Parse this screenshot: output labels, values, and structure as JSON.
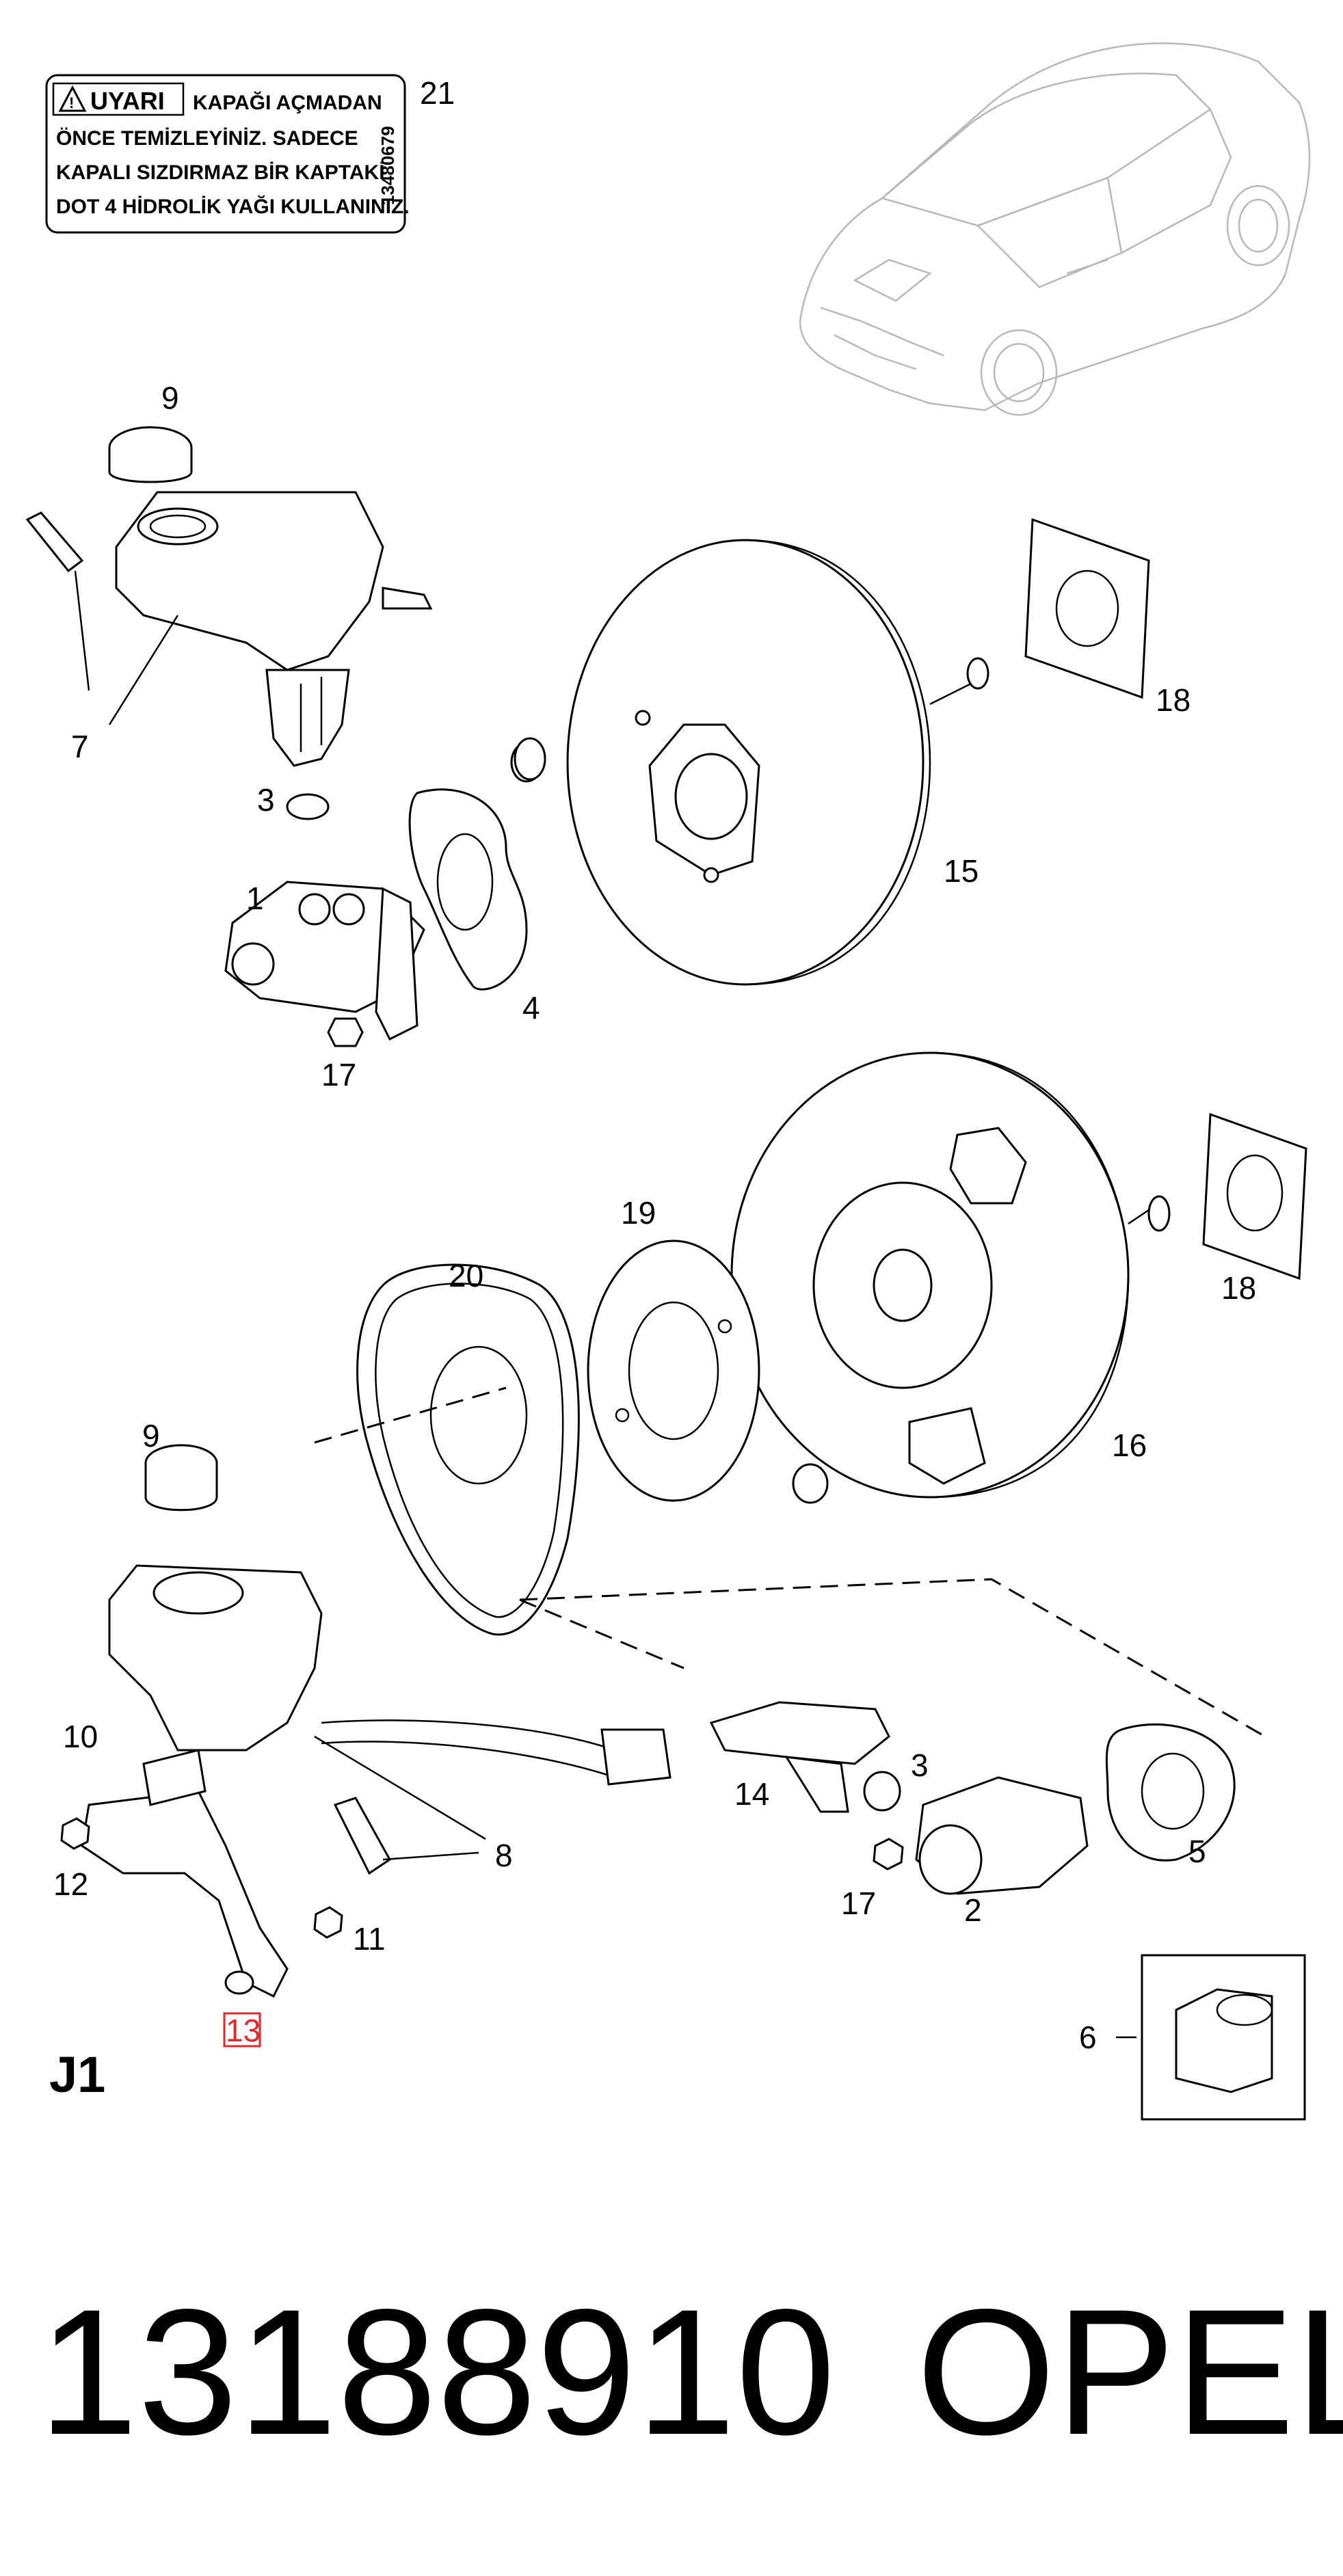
{
  "warning_label": {
    "heading": "UYARI",
    "line1": "KAPAĞI AÇMADAN",
    "line2": "ÖNCE TEMİZLEYİNİZ. SADECE",
    "line3": "KAPALI SIZDIRMAZ BİR KAPTAKİ",
    "line4": "DOT 4 HİDROLİK YAĞI KULLANINIZ.",
    "code": "13480679"
  },
  "callouts": {
    "c1": "1",
    "c2": "2",
    "c3a": "3",
    "c3b": "3",
    "c4": "4",
    "c5": "5",
    "c6": "6",
    "c7": "7",
    "c8": "8",
    "c9a": "9",
    "c9b": "9",
    "c10": "10",
    "c11": "11",
    "c12": "12",
    "c13": "13",
    "c14": "14",
    "c15": "15",
    "c16": "16",
    "c17a": "17",
    "c17b": "17",
    "c18a": "18",
    "c18b": "18",
    "c19": "19",
    "c20": "20",
    "c21": "21"
  },
  "section_label": "J1",
  "part_number": "13188910",
  "brand": "OPEL",
  "colors": {
    "highlight": "#e0292c"
  }
}
